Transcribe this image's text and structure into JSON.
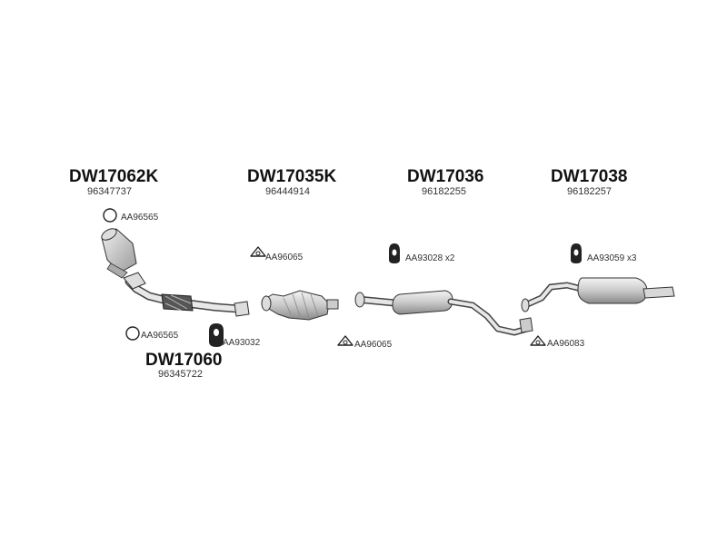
{
  "sections": [
    {
      "code": "DW17062K",
      "number": "96347737"
    },
    {
      "code": "DW17035K",
      "number": "96444914"
    },
    {
      "code": "DW17036",
      "number": "96182255"
    },
    {
      "code": "DW17038",
      "number": "96182257"
    },
    {
      "code": "DW17060",
      "number": "96345722"
    }
  ],
  "parts": [
    {
      "label": "AA96565",
      "icon": "ring-gasket-icon"
    },
    {
      "label": "AA96565",
      "icon": "ring-gasket-icon"
    },
    {
      "label": "AA93032",
      "icon": "rubber-hanger-icon"
    },
    {
      "label": "AA96065",
      "icon": "triangle-flange-gasket-icon"
    },
    {
      "label": "AA96065",
      "icon": "triangle-flange-gasket-icon"
    },
    {
      "label": "AA93028 x2",
      "icon": "rubber-hanger-icon"
    },
    {
      "label": "AA93059 x3",
      "icon": "rubber-hanger-icon"
    },
    {
      "label": "AA96083",
      "icon": "triangle-flange-gasket-icon"
    }
  ]
}
